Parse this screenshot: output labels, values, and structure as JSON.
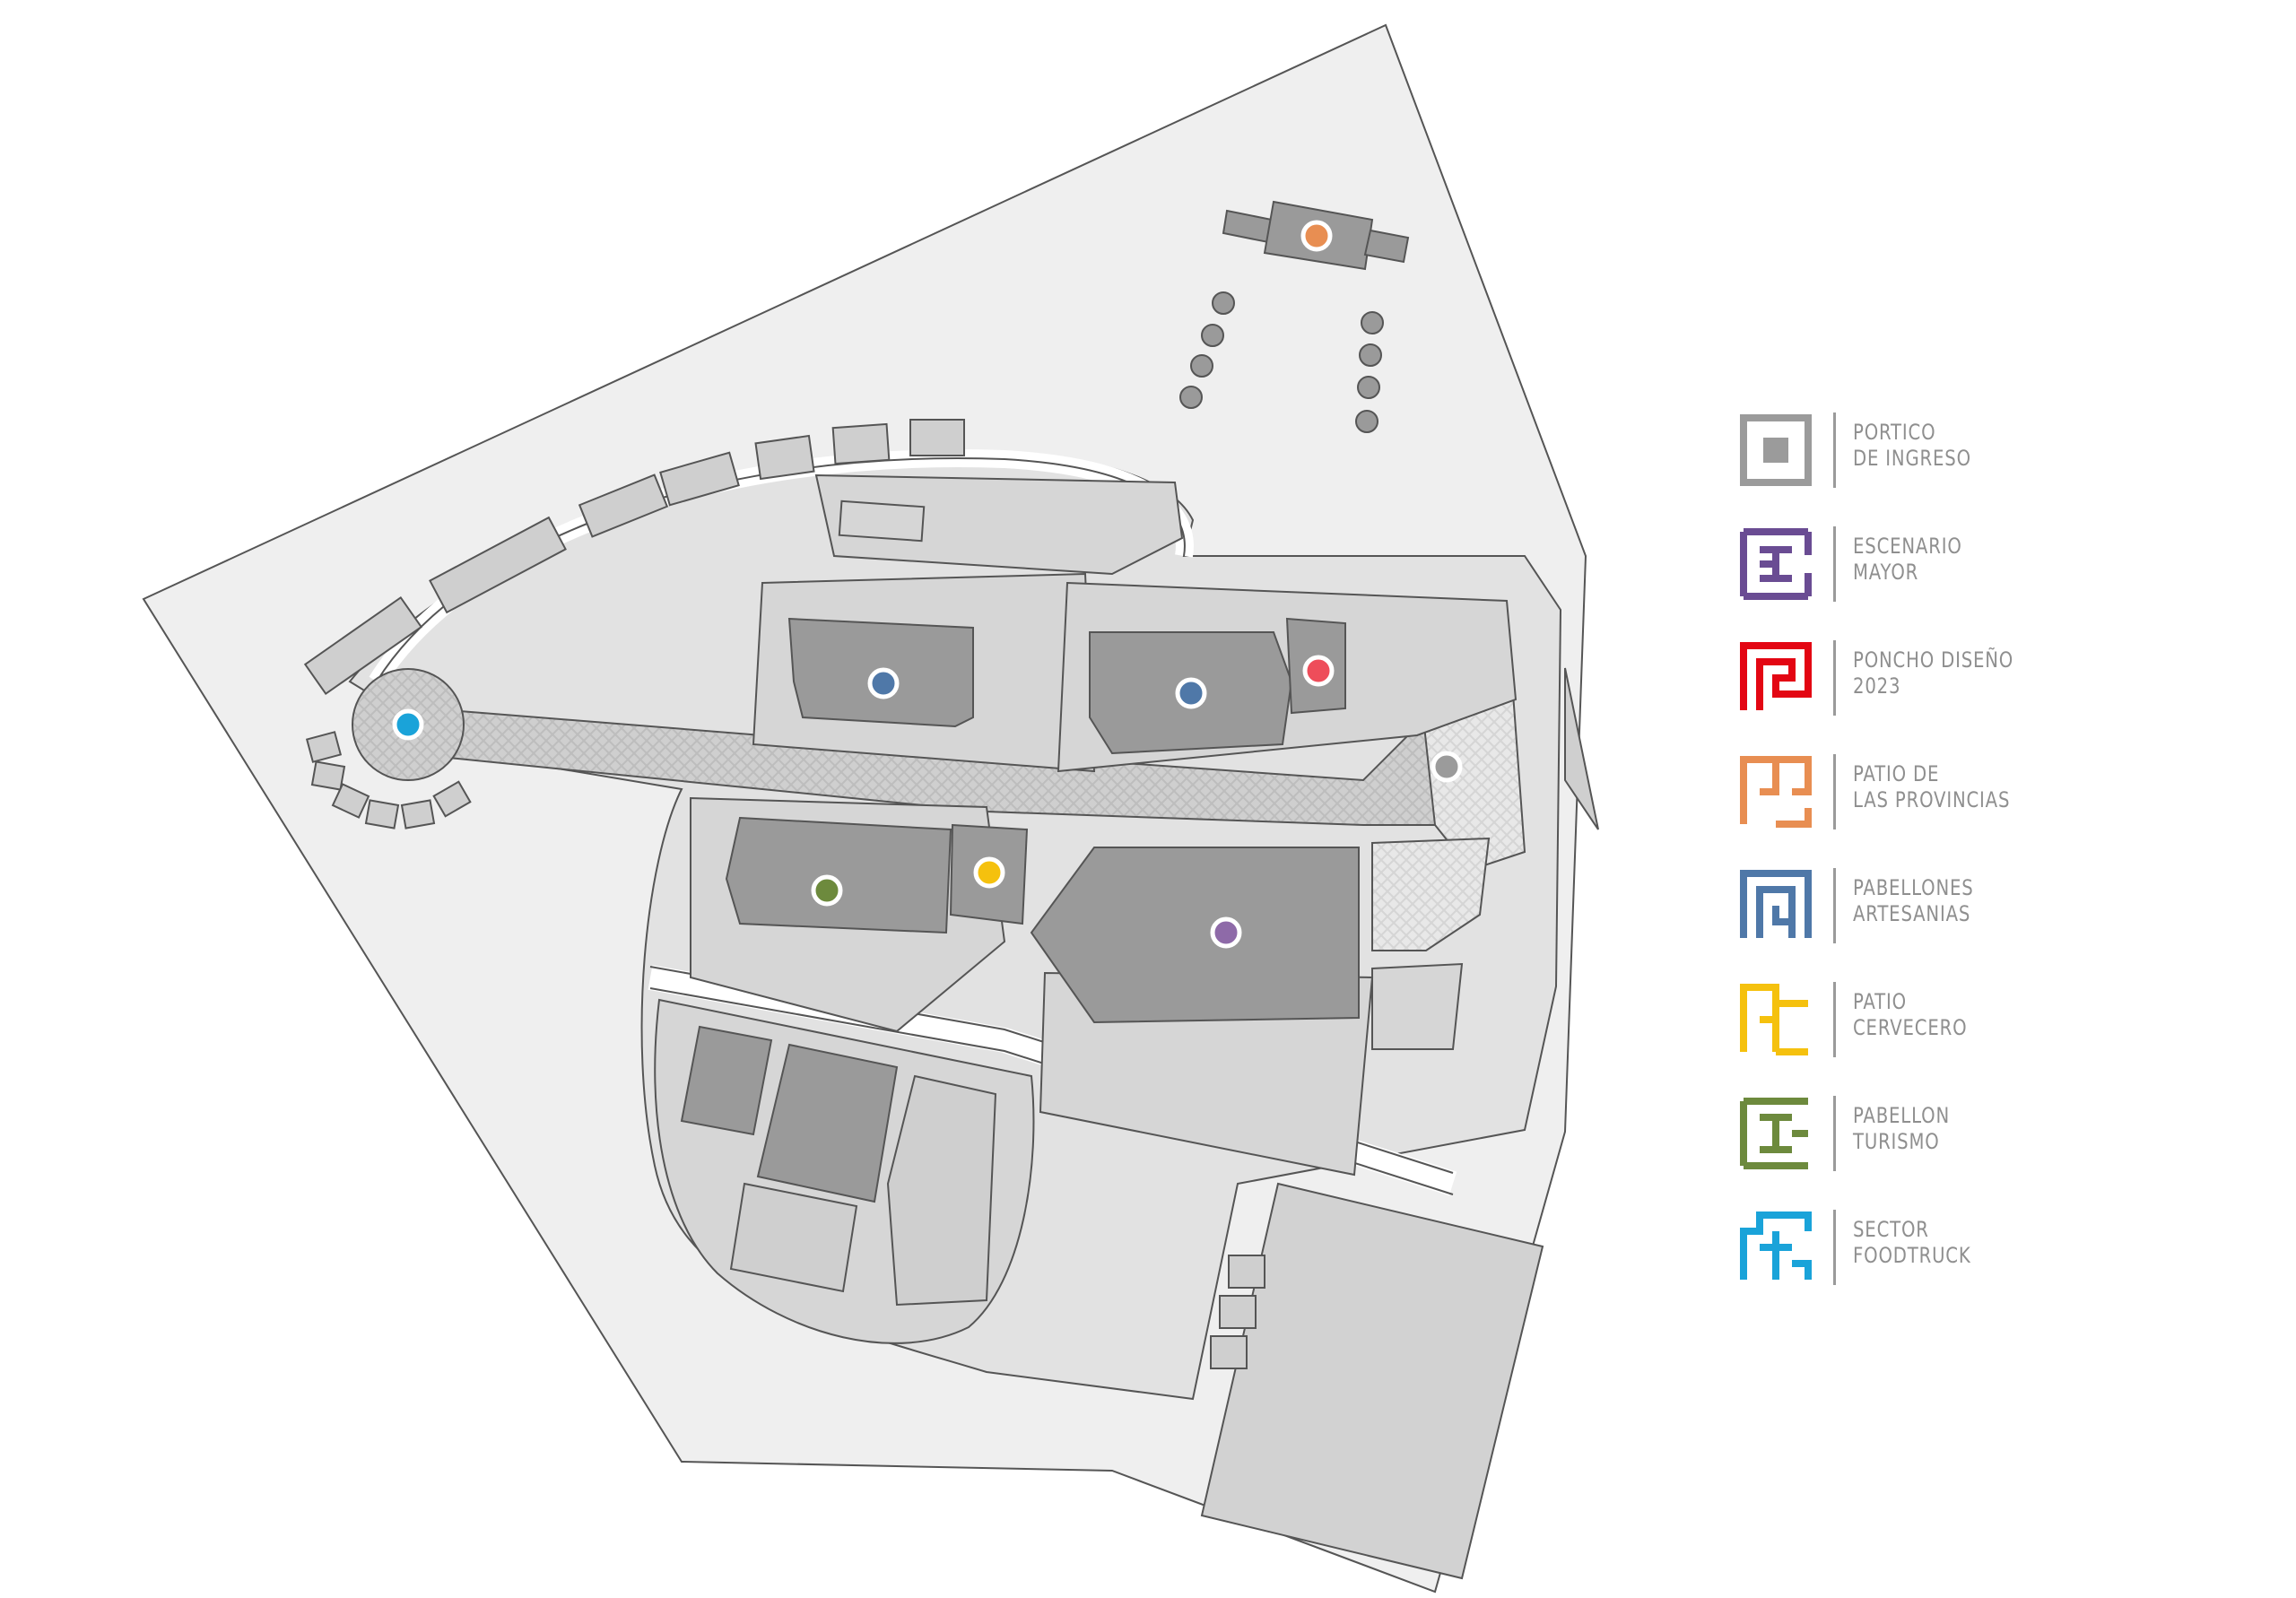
{
  "legend": [
    {
      "id": "portico",
      "line1": "PORTICO",
      "line2": "DE INGRESO",
      "color": "#9b9b9b",
      "icon": "portico-square-icon"
    },
    {
      "id": "escenario",
      "line1": "ESCENARIO",
      "line2": "MAYOR",
      "color": "#6a4c93",
      "icon": "escenario-glyph-icon"
    },
    {
      "id": "poncho",
      "line1": "PONCHO DISEÑO",
      "line2": "2023",
      "color": "#e30613",
      "icon": "poncho-glyph-icon"
    },
    {
      "id": "patio-provincias",
      "line1": "PATIO DE",
      "line2": "LAS PROVINCIAS",
      "color": "#e88e52",
      "icon": "patio-provincias-glyph-icon"
    },
    {
      "id": "pabellones",
      "line1": "PABELLONES",
      "line2": "ARTESANIAS",
      "color": "#4f78a8",
      "icon": "pabellones-glyph-icon"
    },
    {
      "id": "patio-cervecero",
      "line1": "PATIO",
      "line2": "CERVECERO",
      "color": "#f5c10e",
      "icon": "patio-cervecero-glyph-icon"
    },
    {
      "id": "pabellon-turismo",
      "line1": "PABELLON",
      "line2": "TURISMO",
      "color": "#6d8a3d",
      "icon": "pabellon-turismo-glyph-icon"
    },
    {
      "id": "foodtruck",
      "line1": "SECTOR",
      "line2": "FOODTRUCK",
      "color": "#1aa3d9",
      "icon": "foodtruck-glyph-icon"
    }
  ],
  "markers": [
    {
      "category": "patio-provincias",
      "color": "#e88e52"
    },
    {
      "category": "foodtruck",
      "color": "#1aa3d9"
    },
    {
      "category": "pabellones",
      "color": "#4f78a8"
    },
    {
      "category": "pabellones",
      "color": "#4f78a8"
    },
    {
      "category": "poncho",
      "color": "#ee4d5a"
    },
    {
      "category": "portico",
      "color": "#9b9b9b"
    },
    {
      "category": "pabellon-turismo",
      "color": "#6d8a3d"
    },
    {
      "category": "patio-cervecero",
      "color": "#f5c10e"
    },
    {
      "category": "escenario",
      "color": "#8e6aa8"
    }
  ]
}
